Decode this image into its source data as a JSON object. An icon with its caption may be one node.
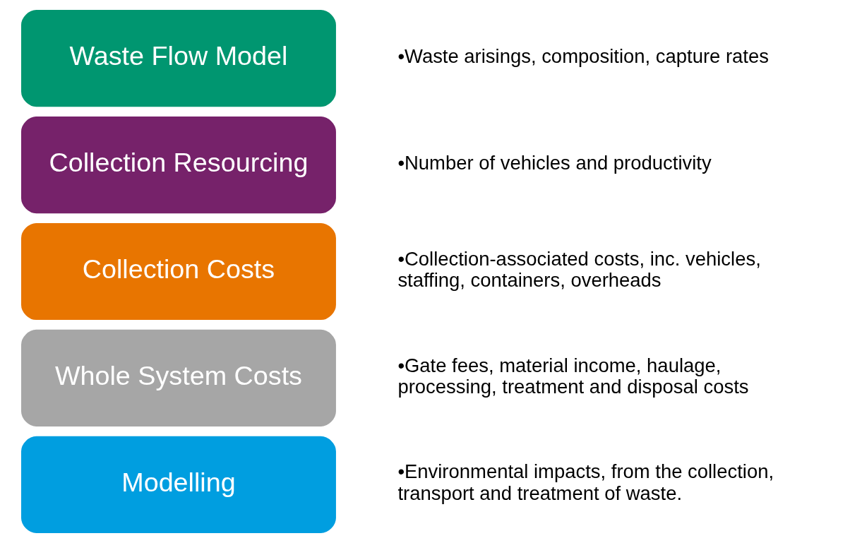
{
  "diagram": {
    "nodes": [
      {
        "text": [
          "Waste Flow Model"
        ],
        "beside": [
          "•Waste arisings, composition, capture rates"
        ]
      },
      {
        "text": [
          "Collection Resourcing"
        ],
        "beside": [
          "•Number of vehicles and productivity"
        ]
      },
      {
        "text": [
          "Collection Costs"
        ],
        "beside": [
          "•Collection-associated costs, inc. vehicles, staffing, containers, overheads"
        ]
      },
      {
        "text": [
          "Whole System Costs"
        ],
        "beside": [
          "•Gate fees, material income, haulage, processing, treatment and disposal costs"
        ]
      },
      {
        "text": [
          "Modelling"
        ],
        "beside": [
          "•Environmental impacts, from the collection, transport and treatment of waste."
        ]
      }
    ],
    "edges": []
  }
}
